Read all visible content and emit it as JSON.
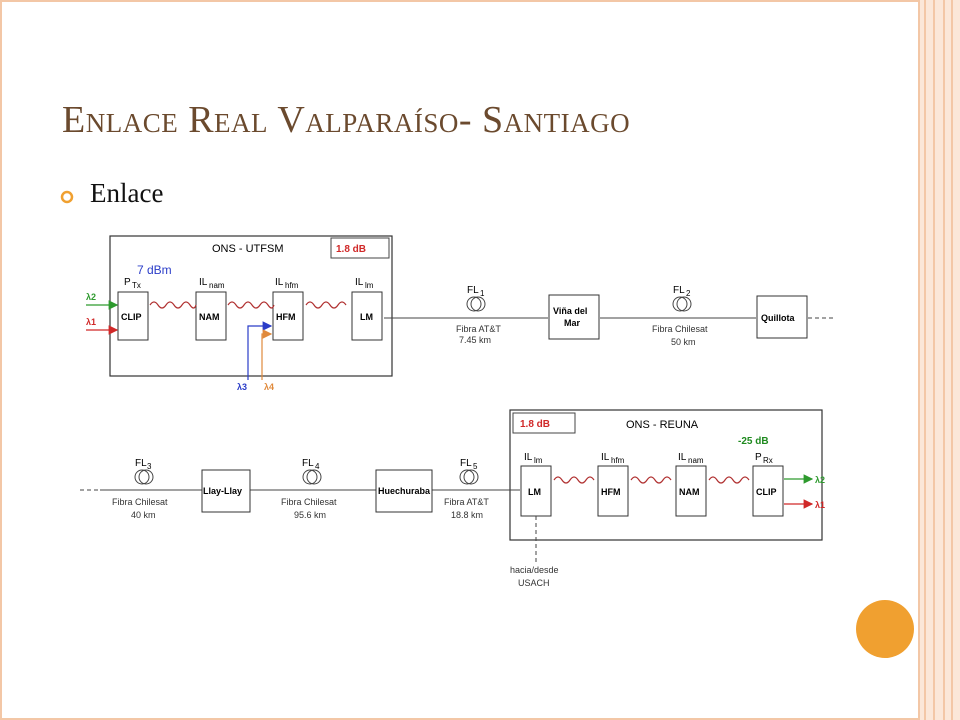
{
  "slide": {
    "title_first": "E",
    "title_rest": "nlace Real Valparaíso- Santiago",
    "bullet": "Enlace"
  },
  "diagram": {
    "top_box": {
      "name": "ONS - UTFSM",
      "loss": "1.8 dB",
      "power": "7 dBm",
      "inputs": [
        "λ2",
        "λ1"
      ],
      "outputs": [
        "λ3",
        "λ4"
      ],
      "blocks": [
        {
          "id": "clip",
          "label": "CLIP",
          "param": "P",
          "sub": "Tx"
        },
        {
          "id": "nam",
          "label": "NAM",
          "param": "IL",
          "sub": "nam"
        },
        {
          "id": "hfm",
          "label": "HFM",
          "param": "IL",
          "sub": "hfm"
        },
        {
          "id": "lm",
          "label": "LM",
          "param": "IL",
          "sub": "lm"
        }
      ]
    },
    "top_line": {
      "fibers": [
        {
          "id": "fl1",
          "label": "FL",
          "sub": "1",
          "name": "Fibra AT&T",
          "length": "7.45 km"
        },
        {
          "id": "fl2",
          "label": "FL",
          "sub": "2",
          "name": "Fibra Chilesat",
          "length": "50 km"
        }
      ],
      "nodes": [
        "Viña del",
        "Mar",
        "Quillota"
      ]
    },
    "bottom_box": {
      "name": "ONS - REUNA",
      "loss": "1.8 dB",
      "power": "-25 dB",
      "outputs": [
        "λ2",
        "λ1"
      ],
      "blocks": [
        {
          "id": "lm",
          "label": "LM",
          "param": "IL",
          "sub": "lm"
        },
        {
          "id": "hfm",
          "label": "HFM",
          "param": "IL",
          "sub": "hfm"
        },
        {
          "id": "nam",
          "label": "NAM",
          "param": "IL",
          "sub": "nam"
        },
        {
          "id": "clip",
          "label": "CLIP",
          "param": "P",
          "sub": "Rx"
        }
      ],
      "tap": [
        "hacia/desde",
        "USACH"
      ]
    },
    "bottom_line": {
      "fibers": [
        {
          "id": "fl3",
          "label": "FL",
          "sub": "3",
          "name": "Fibra Chilesat",
          "length": "40 km"
        },
        {
          "id": "fl4",
          "label": "FL",
          "sub": "4",
          "name": "Fibra Chilesat",
          "length": "95.6 km"
        },
        {
          "id": "fl5",
          "label": "FL",
          "sub": "5",
          "name": "Fibra AT&T",
          "length": "18.8 km"
        }
      ],
      "nodes": [
        "Llay-Llay",
        "Huechuraba"
      ]
    }
  },
  "colors": {
    "title": "#6b4a2e",
    "green": "#2e9a2e",
    "red": "#d02828",
    "blue": "#2a3cc8",
    "orange": "#e08a3c",
    "wave": "#b03030",
    "power_blue": "#2a3cc8",
    "power_green": "#1f8a1f",
    "border": "#f5c49a"
  }
}
